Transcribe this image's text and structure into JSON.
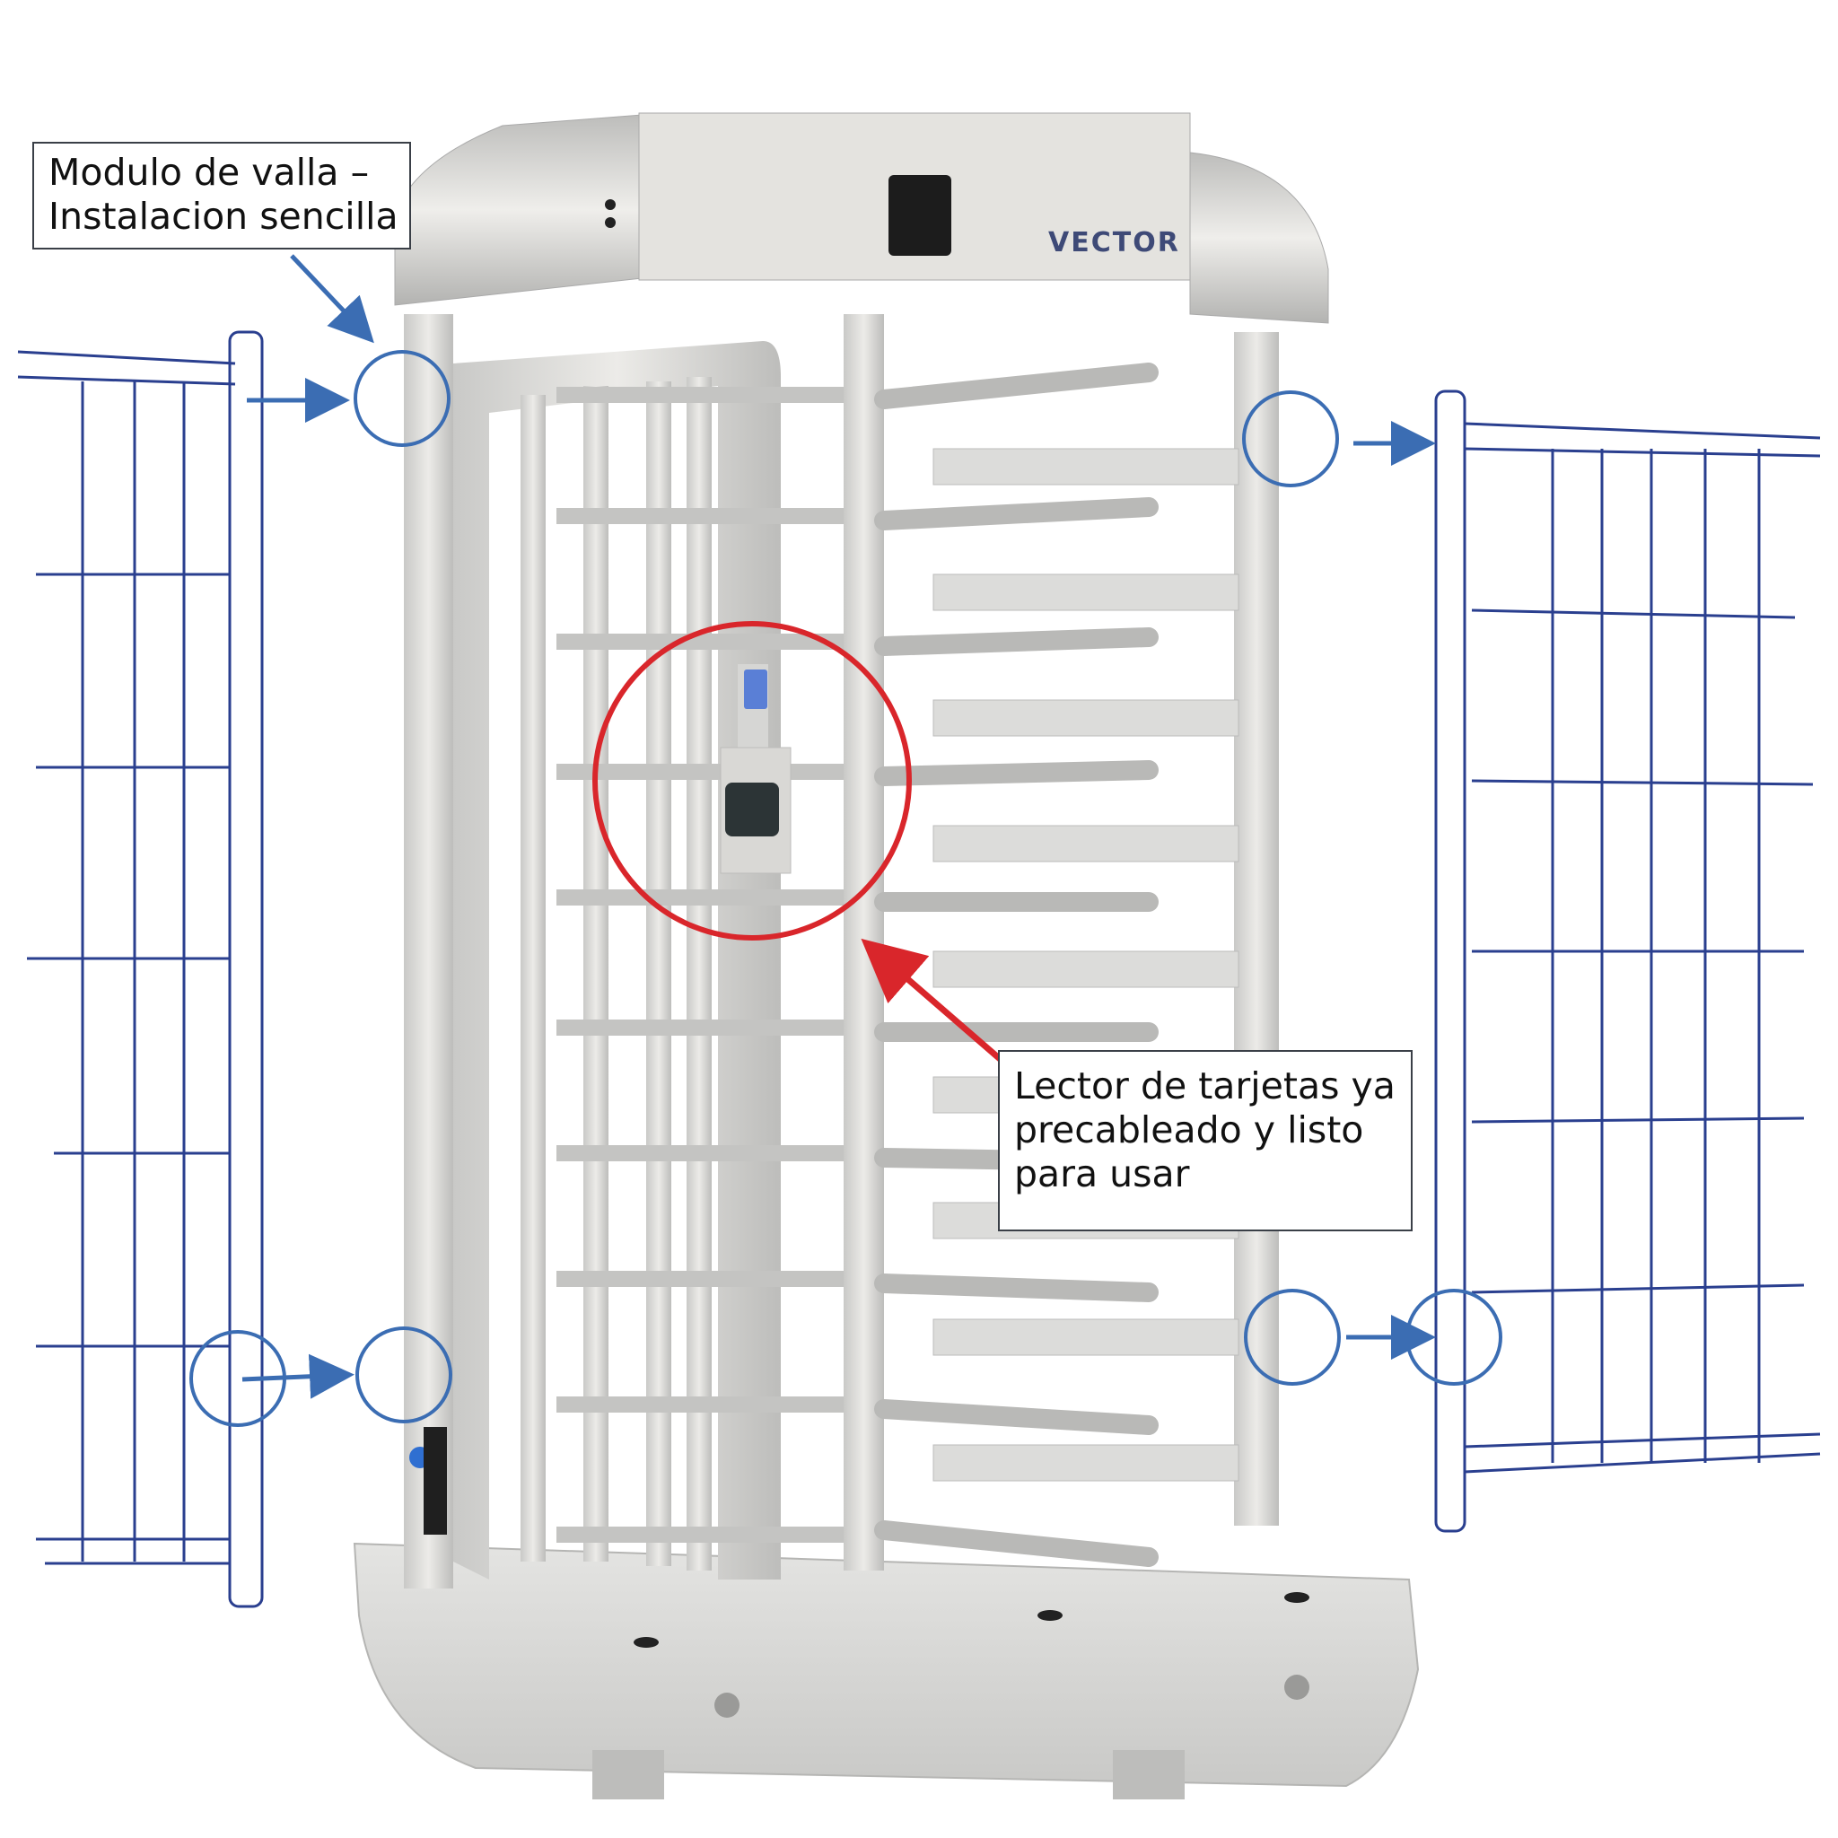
{
  "callouts": {
    "fence_module": {
      "lines": [
        "Modulo de valla –",
        "Instalacion sencilla"
      ]
    },
    "card_reader": {
      "lines": [
        "Lector de tarjetas ya",
        "precableado y listo",
        "para usar"
      ]
    }
  },
  "product": {
    "brand_label": "VECTOR",
    "type": "full-height-turnstile"
  },
  "colors": {
    "highlight_blue": "#3b6db3",
    "highlight_red": "#d9262b",
    "frame_steel": "#d7d7d5",
    "fence_line": "#2a3f8f",
    "reader_dark": "#2c3436",
    "reader_led": "#5a7fd6"
  }
}
